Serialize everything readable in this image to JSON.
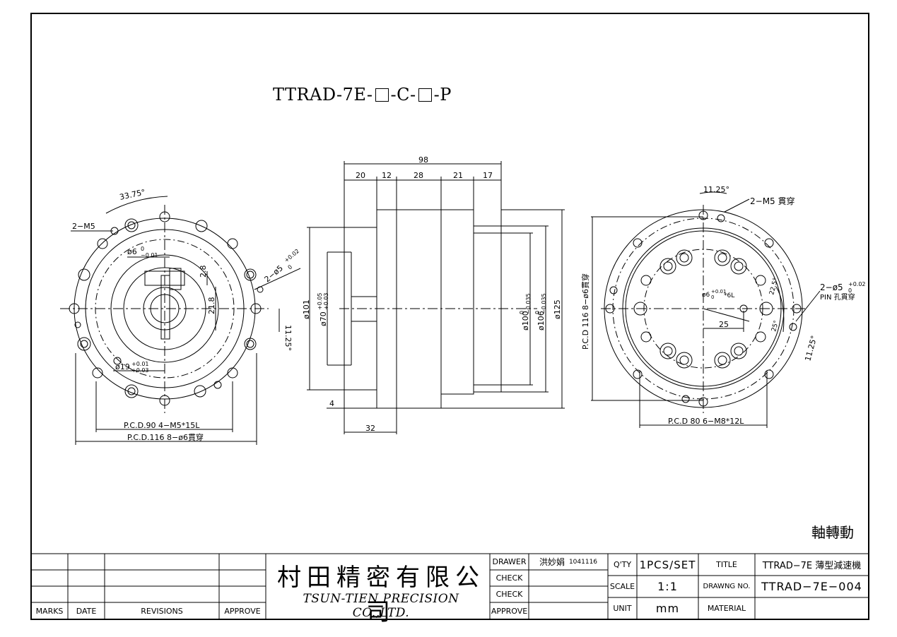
{
  "model": {
    "prefix": "TTRAD-7E-",
    "mid": "-C-",
    "suffix": "-P"
  },
  "left_view": {
    "angle": "33.75°",
    "thread": "2−M5",
    "bore": "ø6",
    "bore_tol": [
      "0",
      "−0.01"
    ],
    "pin": "2−ø5",
    "pin_tol": [
      "+0.02",
      "0"
    ],
    "dim_2_8": "2.8",
    "dim_21_8": "21.8",
    "angle2": "11.25°",
    "shaft": "ø19",
    "shaft_tol": [
      "+0.01",
      "+0.03"
    ],
    "pcd90": "P.C.D.90   4−M5*15L",
    "pcd116": "P.C.D.116  8−ø6貫穿"
  },
  "side_view": {
    "total": "98",
    "segments": [
      "20",
      "12",
      "28",
      "21",
      "17"
    ],
    "d101": "ø101",
    "d70": "ø70",
    "d70_tol": [
      "+0.05",
      "+0.03"
    ],
    "d100": "ø100",
    "d100_tol": [
      "0",
      "−0.035"
    ],
    "d106": "ø106",
    "d106_tol": [
      "0",
      "−0.035"
    ],
    "d125": "ø125",
    "dim4": "4",
    "dim32": "32"
  },
  "right_view": {
    "angle": "11.25°",
    "thread": "2−M5 貫穿",
    "pcd116": "P.C.D 116  8−ø6貫穿",
    "bore": "ø6",
    "bore_tol": [
      "+0.01",
      "0"
    ],
    "bore_depth": "*6L",
    "angle22": "22.5°",
    "dim25": "25",
    "angle25": "25°",
    "pin": "2−ø5",
    "pin_tol": [
      "+0.02",
      "0"
    ],
    "pin_note": "PIN 孔貫穿",
    "angle3": "11.25°",
    "pcd80": "P.C.D 80  6−M8*12L"
  },
  "note": "軸轉動",
  "title_block": {
    "revision_headers": [
      "MARKS",
      "DATE",
      "REVISIONS",
      "APPROVE"
    ],
    "company_cn": "村田精密有限公司",
    "company_en": "TSUN-TIEN PRECISION CO.,LTD.",
    "drawer_label": "DRAWER",
    "drawer_name": "洪妙娟",
    "drawer_date": "1041116",
    "check1_label": "CHECK",
    "check2_label": "CHECK",
    "approve_label": "APPROVE",
    "qty_label": "Q'TY",
    "qty_value": "1PCS/SET",
    "scale_label": "SCALE",
    "scale_value": "1:1",
    "unit_label": "UNIT",
    "unit_value": "mm",
    "title_label": "TITLE",
    "title_value": "TTRAD−7E 薄型減速機",
    "drawing_label": "DRAWNG NO.",
    "drawing_value": "TTRAD−7E−004",
    "material_label": "MATERIAL",
    "material_value": ""
  }
}
